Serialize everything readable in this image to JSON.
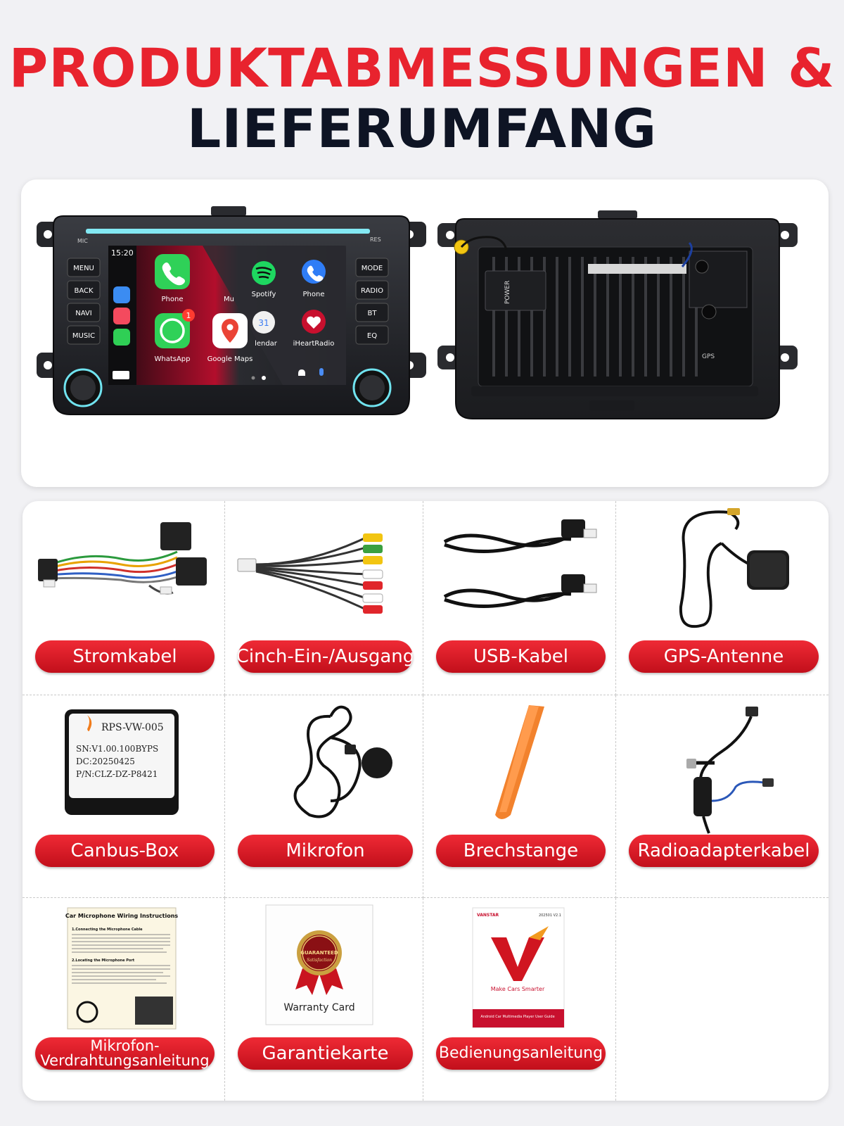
{
  "header": {
    "title_line1": "PRODUKTABMESSUNGEN &",
    "title_line2": "LIEFERUMFANG"
  },
  "head_unit": {
    "front_buttons_left": [
      "MENU",
      "BACK",
      "NAVI",
      "MUSIC"
    ],
    "front_buttons_right": [
      "MODE",
      "RADIO",
      "BT",
      "EQ"
    ],
    "mic_label": "MIC",
    "res_label": "RES",
    "screen_time": "15:20",
    "apps": [
      {
        "label": "Phone",
        "icon": "phone-icon"
      },
      {
        "label": "Spotify",
        "icon": "spotify-icon"
      },
      {
        "label": "Phone",
        "icon": "phone-icon"
      },
      {
        "label": "WhatsApp",
        "icon": "whatsapp-icon"
      },
      {
        "label": "Google Maps",
        "icon": "maps-icon"
      },
      {
        "label": "lendar",
        "icon": "calendar-icon"
      },
      {
        "label": "iHeartRadio",
        "icon": "iheartradio-icon"
      }
    ],
    "whatsapp_badge": "1",
    "calendar_day": "31",
    "partial_label": "Mu",
    "back_labels": {
      "power": "POWER",
      "gps": "GPS"
    }
  },
  "accessories": [
    {
      "label": "Stromkabel",
      "icon": "power-cable-icon"
    },
    {
      "label": "Cinch-Ein-/Ausgang",
      "icon": "rca-cable-icon"
    },
    {
      "label": "USB-Kabel",
      "icon": "usb-cable-icon"
    },
    {
      "label": "GPS-Antenne",
      "icon": "gps-antenna-icon"
    },
    {
      "label": "Canbus-Box",
      "icon": "canbus-box-icon"
    },
    {
      "label": "Mikrofon",
      "icon": "microphone-icon"
    },
    {
      "label": "Brechstange",
      "icon": "pry-tool-icon"
    },
    {
      "label": "Radioadapterkabel",
      "icon": "radio-adapter-icon"
    },
    {
      "label": "Mikrofon-Verdrahtungsanleitung",
      "icon": "instructions-sheet-icon"
    },
    {
      "label": "Garantiekarte",
      "icon": "warranty-card-icon"
    },
    {
      "label": "Bedienungsanleitung",
      "icon": "manual-icon"
    }
  ],
  "canbus_box": {
    "model": "RPS-VW-005",
    "sn": "SN:V1.00.100BYPS",
    "dc": "DC:20250425",
    "pn": "P/N:CLZ-DZ-P8421"
  },
  "instructions_sheet": {
    "title": "Car Microphone Wiring Instructions",
    "step1": "1.Connecting the Microphone Cable",
    "step2": "2.Locating the Microphone Port"
  },
  "warranty_card": {
    "seal_text": "GUARANTEED",
    "seal_sub": "Satisfaction",
    "card_label": "Warranty Card"
  },
  "manual": {
    "brand": "VANSTAR",
    "version": "202501 V2.1",
    "slogan": "Make Cars Smarter",
    "footer": "Android Car Multimedia Player User Guide"
  },
  "colors": {
    "accent_red": "#e8232e",
    "dark_navy": "#0e1424"
  }
}
